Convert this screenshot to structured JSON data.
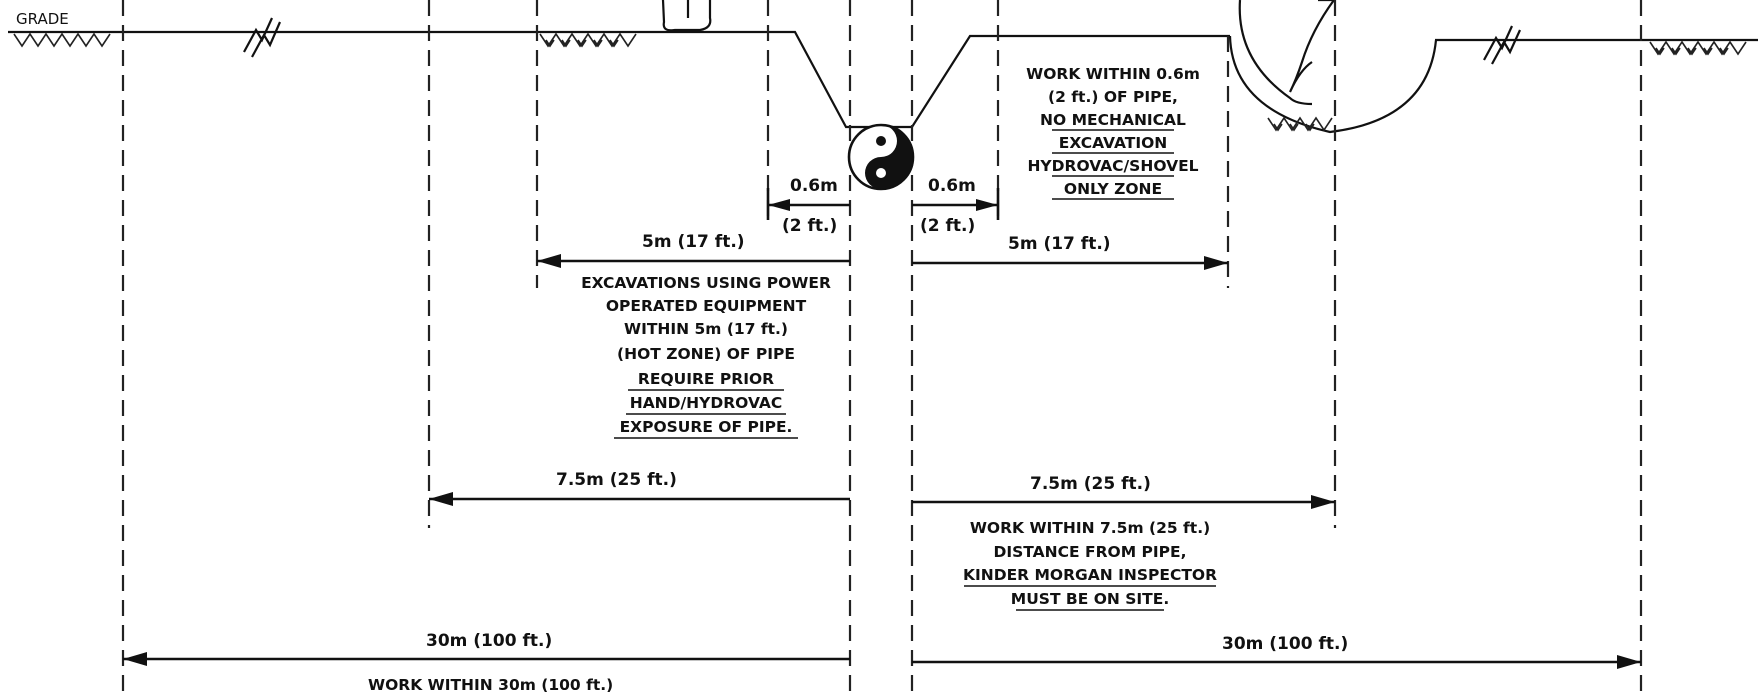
{
  "grade_label": "GRADE",
  "zone_06m": {
    "left_value": "0.6m",
    "left_imperial": "(2 ft.)",
    "right_value": "0.6m",
    "right_imperial": "(2 ft.)",
    "note": [
      "WORK WITHIN 0.6m",
      "(2 ft.) OF PIPE,",
      "NO MECHANICAL",
      "EXCAVATION",
      "HYDROVAC/SHOVEL",
      "ONLY ZONE"
    ]
  },
  "zone_5m": {
    "left_label": "5m  (17  ft.)",
    "right_label": "5m  (17  ft.)",
    "note": [
      "EXCAVATIONS USING POWER",
      "OPERATED EQUIPMENT",
      "WITHIN 5m (17 ft.)",
      "(HOT ZONE) OF PIPE",
      "REQUIRE PRIOR",
      "HAND/HYDROVAC",
      "EXPOSURE OF PIPE."
    ]
  },
  "zone_75m": {
    "left_label": "7.5m  (25  ft.)",
    "right_label": "7.5m  (25  ft.)",
    "note": [
      "WORK WITHIN 7.5m (25 ft.)",
      "DISTANCE FROM PIPE,",
      "KINDER MORGAN INSPECTOR",
      "MUST BE ON SITE."
    ]
  },
  "zone_30m": {
    "left_label": "30m  (100  ft.)",
    "right_label": "30m  (100  ft.)",
    "note": "WORK WITHIN 30m (100 ft.)"
  },
  "colors": {
    "line": "#111111",
    "background": "#ffffff"
  }
}
